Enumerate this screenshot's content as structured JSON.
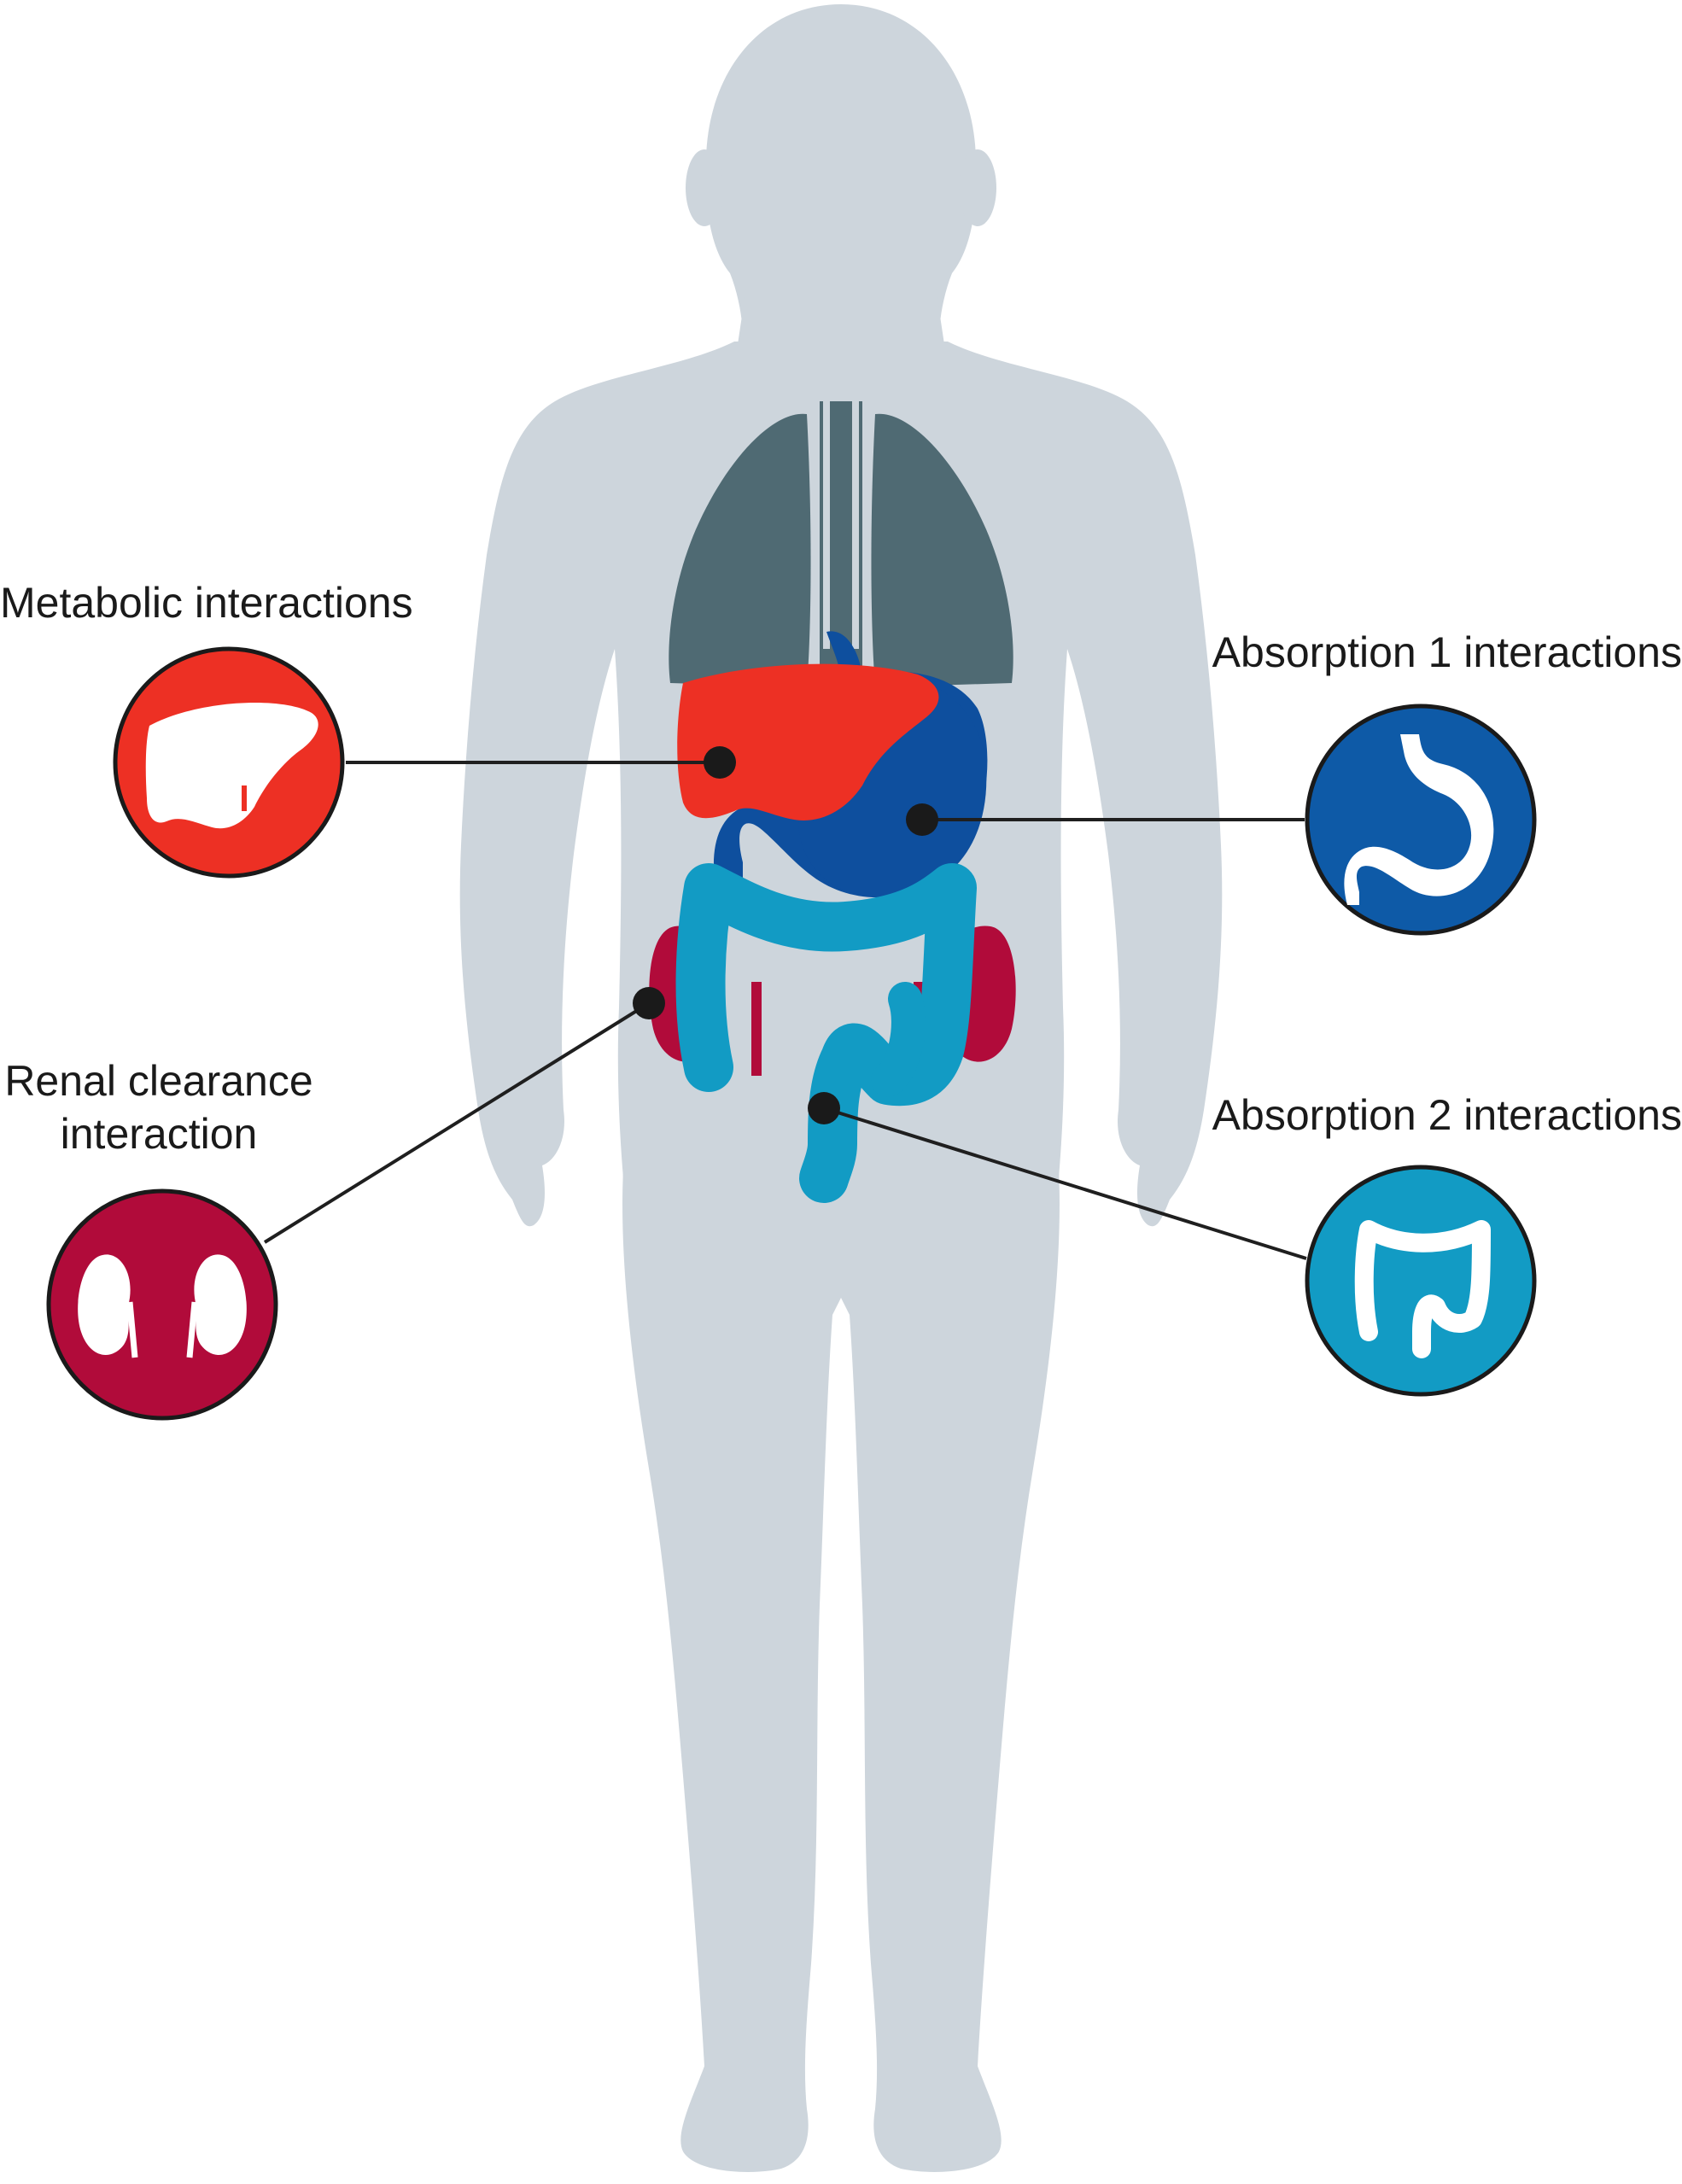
{
  "labels": {
    "metabolic": "Metabolic interactions",
    "absorption1": "Absorption 1 interactions",
    "renal_line1": "Renal clearance",
    "renal_line2": "interaction",
    "absorption2": "Absorption 2 interactions"
  },
  "colors": {
    "silhouette": "#cdd5dc",
    "lungs": "#4f6a73",
    "liver": "#ed3024",
    "stomach": "#0e4f9e",
    "intestine": "#129bc4",
    "kidney": "#b10b3a",
    "connector": "#1f1f1f"
  },
  "icons": [
    "liver-icon",
    "stomach-icon",
    "kidney-icon",
    "intestine-icon"
  ]
}
